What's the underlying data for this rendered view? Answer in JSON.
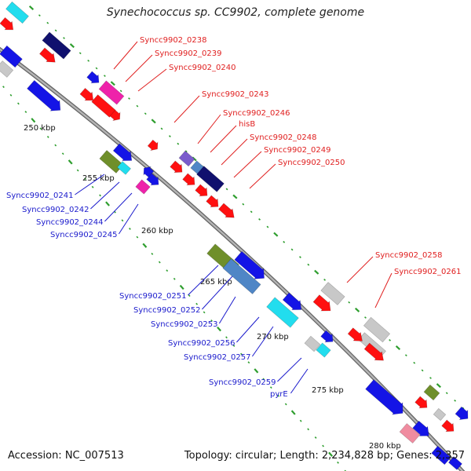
{
  "title": "Synechococcus sp. CC9902, complete genome",
  "footer": {
    "accession": "Accession: NC_007513",
    "topology": "Topology: circular; Length: 2,234,828 bp; Genes: 2,357"
  },
  "scale_labels": [
    "250 kbp",
    "255 kbp",
    "260 kbp",
    "265 kbp",
    "270 kbp",
    "275 kbp",
    "280 kbp"
  ],
  "labels_forward": [
    "Syncc9902_0238",
    "Syncc9902_0239",
    "Syncc9902_0240",
    "Syncc9902_0243",
    "Syncc9902_0246",
    "hisB",
    "Syncc9902_0248",
    "Syncc9902_0249",
    "Syncc9902_0250",
    "Syncc9902_0258",
    "Syncc9902_0261"
  ],
  "labels_reverse": [
    "Syncc9902_0241",
    "Syncc9902_0242",
    "Syncc9902_0244",
    "Syncc9902_0245",
    "Syncc9902_0251",
    "Syncc9902_0252",
    "Syncc9902_0253",
    "Syncc9902_0256",
    "Syncc9902_0257",
    "Syncc9902_0259",
    "pyrE"
  ],
  "colors": {
    "backbone": "#8c8c8c",
    "forward_label": "#e02020",
    "reverse_label": "#1a1acc",
    "tick": "#2e9e2e",
    "gene_red": "#ff1010",
    "gene_blue": "#1414e6",
    "gene_navy": "#10106e",
    "gene_steel": "#4f86c6",
    "gene_olive": "#6f8f2a",
    "gene_cyan": "#22ddee",
    "gene_magenta": "#ee22aa",
    "gene_grey": "#c8c8c8",
    "gene_purple": "#7a5ccc",
    "gene_pink": "#f08ca0"
  }
}
